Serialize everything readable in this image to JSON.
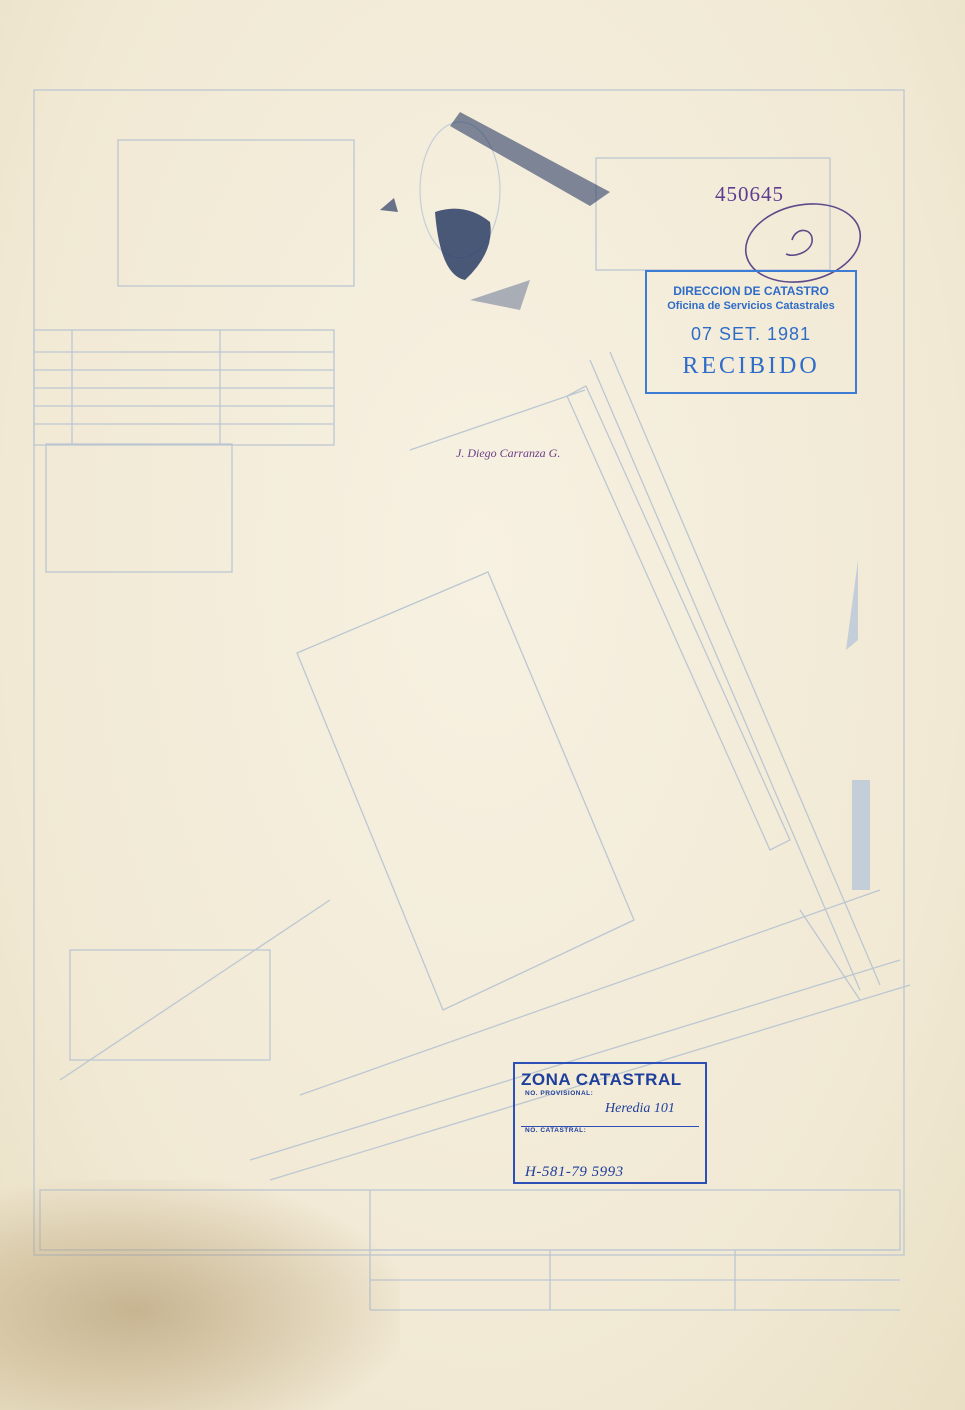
{
  "recibido_stamp": {
    "line1": "DIRECCION DE CATASTRO",
    "line2": "Oficina de Servicios Catastrales",
    "date": "07 SET. 1981",
    "status": "RECIBIDO"
  },
  "serial_number": "450645",
  "signature": "J. Diego Carranza G.",
  "zona_catastral": {
    "title": "ZONA CATASTRAL",
    "provisional_label": "NO. PROVISIONAL:",
    "provisional_value": "Heredia 101",
    "catastral_label": "NO. CATASTRAL:",
    "catastral_value": "H-581-79 5993"
  },
  "colors": {
    "stamp_blue": "#3c7cd4",
    "ink_purple": "#5e3c8f",
    "zona_blue": "#2d4fb8",
    "paper": "#f3ecd9",
    "ghost": "#b9c4cf"
  }
}
